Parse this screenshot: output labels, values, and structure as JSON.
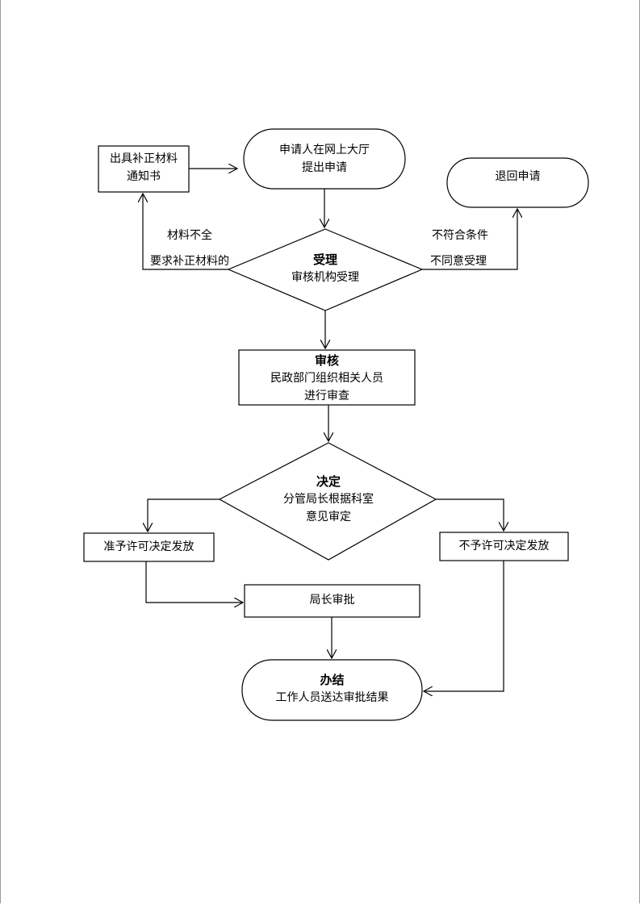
{
  "nodes": {
    "notice": {
      "line1": "出具补正材料",
      "line2": "通知书"
    },
    "apply": {
      "line1": "申请人在网上大厅",
      "line2": "提出申请"
    },
    "reject": {
      "line1": "退回申请"
    },
    "accept": {
      "title": "受理",
      "line1": "审核机构受理"
    },
    "review": {
      "title": "审核",
      "line1": "民政部门组织相关人员",
      "line2": "进行审查"
    },
    "decide": {
      "title": "决定",
      "line1": "分管局长根据科室",
      "line2": "意见审定"
    },
    "approve_issue": {
      "line1": "准予许可决定发放"
    },
    "deny_issue": {
      "line1": "不予许可决定发放"
    },
    "director": {
      "line1": "局长审批"
    },
    "finish": {
      "title": "办结",
      "line1": "工作人员送达审批结果"
    }
  },
  "edges": {
    "incomplete_top": "材料不全",
    "incomplete_bottom": "要求补正材料的",
    "nonconform_top": "不符合条件",
    "nonconform_bottom": "不同意受理"
  }
}
